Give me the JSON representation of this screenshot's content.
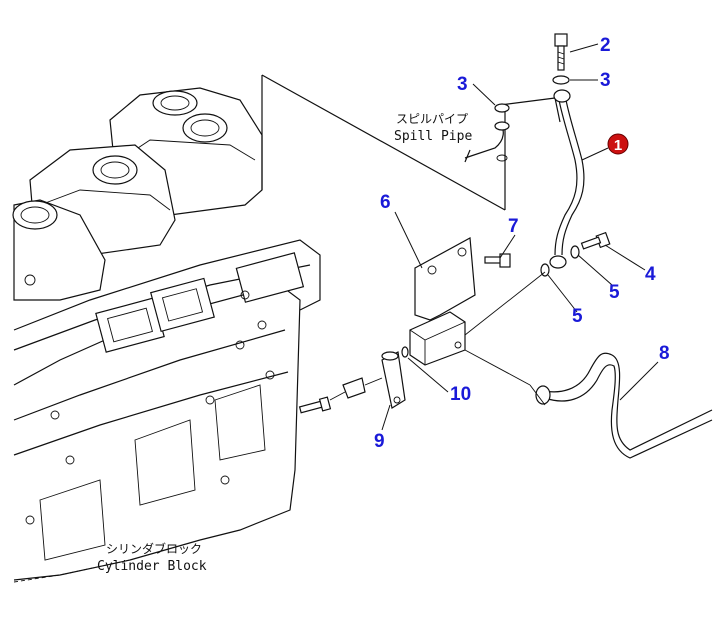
{
  "callouts": [
    {
      "id": "1",
      "label": "1",
      "highlight": true
    },
    {
      "id": "2",
      "label": "2"
    },
    {
      "id": "3a",
      "label": "3"
    },
    {
      "id": "3b",
      "label": "3"
    },
    {
      "id": "4",
      "label": "4"
    },
    {
      "id": "5a",
      "label": "5"
    },
    {
      "id": "5b",
      "label": "5"
    },
    {
      "id": "6",
      "label": "6"
    },
    {
      "id": "7",
      "label": "7"
    },
    {
      "id": "8",
      "label": "8"
    },
    {
      "id": "9",
      "label": "9"
    },
    {
      "id": "10",
      "label": "10"
    }
  ],
  "labels": {
    "spill_pipe_jp": "スピルパイプ",
    "spill_pipe_en": "Spill Pipe",
    "cylinder_block_jp": "シリンダブロック",
    "cylinder_block_en": "Cylinder Block"
  },
  "colors": {
    "callout_text": "#1a1ad8",
    "highlight_fill": "#cc1010",
    "line": "#111111"
  }
}
